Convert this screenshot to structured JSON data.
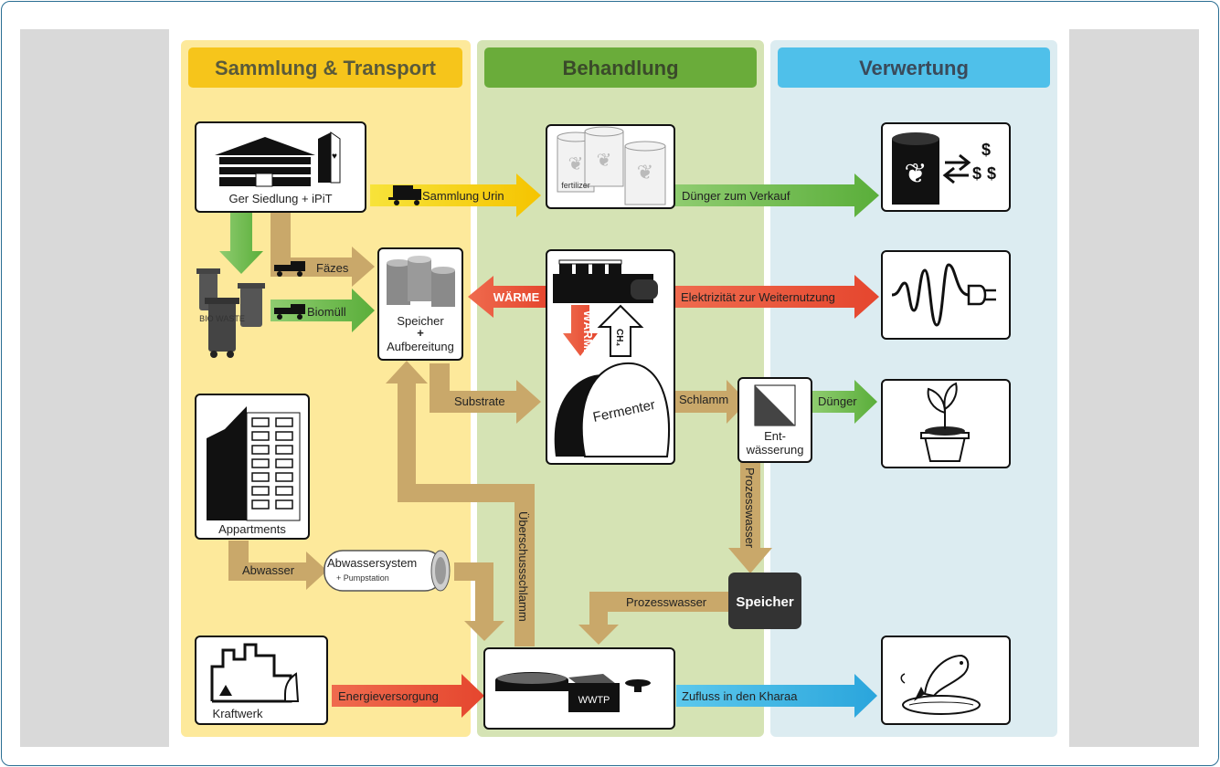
{
  "columns": {
    "collection": "Sammlung & Transport",
    "treatment": "Behandlung",
    "utilization": "Verwertung"
  },
  "nodes": {
    "ger": "Ger Siedlung + iPiT",
    "storage_line1": "Speicher",
    "storage_line2": "+",
    "storage_line3": "Aufbereitung",
    "apartments": "Appartments",
    "sewer": "Abwassersystem",
    "sewer_sub": "+ Pumpstation",
    "power_plant": "Kraftwerk",
    "fermenter": "Fermenter",
    "dewater_line1": "Ent-",
    "dewater_line2": "wässerung",
    "storage2": "Speicher",
    "wwtp": "WWTP",
    "bin_label": "BIO WASTE",
    "fert_label": "fertilizer",
    "ch4": "CH₄",
    "currency": "$"
  },
  "flows": {
    "urine": "Sammlung Urin",
    "feces": "Fäzes",
    "biowaste": "Biomüll",
    "fertilizer_sale": "Dünger zum Verkauf",
    "heat1": "WÄRME",
    "heat2": "WÄRME",
    "electricity": "Elektrizität zur Weiternutzung",
    "substrate": "Substrate",
    "sludge": "Schlamm",
    "fertilizer": "Dünger",
    "process_water_v": "Prozesswasser",
    "excess_sludge": "Überschussschlamm",
    "wastewater": "Abwasser",
    "process_water_h": "Prozesswasser",
    "energy": "Energieversorgung",
    "inflow": "Zufluss in den Kharaa"
  },
  "colors": {
    "yellow_panel": "#fde99b",
    "green_panel": "#d5e3b4",
    "blue_panel": "#dcecf1",
    "yellow_header": "#f6c51b",
    "green_header": "#6aac3a",
    "blue_header": "#4fc0ea",
    "arrow_tan": "#c9a86a",
    "arrow_red": "#e65b3f",
    "arrow_green": "#7fbf5b",
    "arrow_yellow": "#f7dc0a",
    "arrow_blue": "#3eb6e3"
  }
}
